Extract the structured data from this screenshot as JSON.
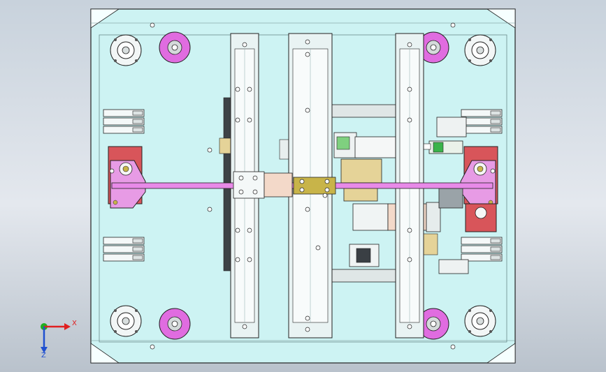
{
  "viewport": {
    "background_top": "#c8d2dc",
    "background_bottom": "#b9c2cc"
  },
  "model": {
    "plate_color": "#cdf3f3",
    "outline_color": "#222222",
    "rail_color": "#e9f3f3",
    "wheel_color": "#e06ce0",
    "shaft_color": "#e88ae8",
    "pink_block_color": "#e79be5",
    "red_block_color": "#d8555a",
    "gold_color": "#c8b449",
    "tan_color": "#e5d398",
    "green_color": "#3ab34a",
    "gray_color": "#9aa3a8"
  },
  "triad": {
    "x_label": "X",
    "z_label": "Z",
    "x_color": "#e02020",
    "y_color": "#20b020",
    "z_color": "#2050d0",
    "x_icon": "axis-x-arrow",
    "z_icon": "axis-z-arrow"
  }
}
